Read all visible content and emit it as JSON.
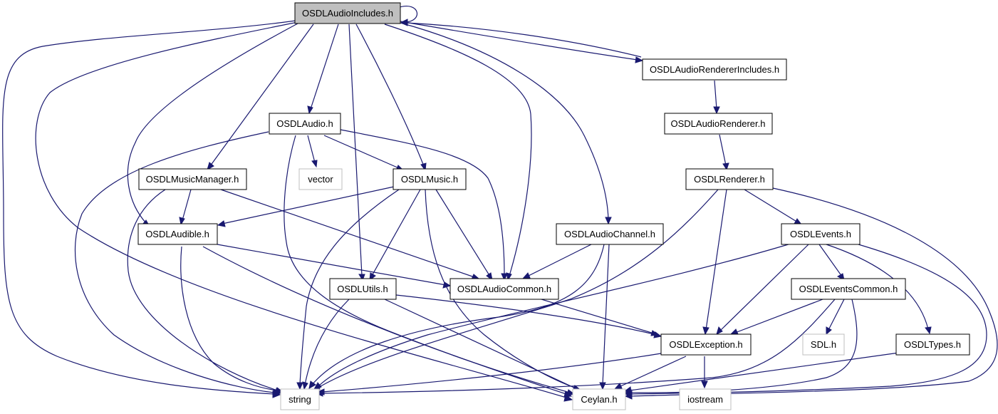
{
  "graph": {
    "edge_color": "#191970",
    "current_fill": "#bfbfbf",
    "external_border": "#bfbfbf",
    "nodes": {
      "includes": "OSDLAudioIncludes.h",
      "renderer_includes": "OSDLAudioRendererIncludes.h",
      "audio_renderer": "OSDLAudioRenderer.h",
      "audio": "OSDLAudio.h",
      "renderer": "OSDLRenderer.h",
      "vector": "vector",
      "music_manager": "OSDLMusicManager.h",
      "music": "OSDLMusic.h",
      "audible": "OSDLAudible.h",
      "audio_channel": "OSDLAudioChannel.h",
      "events": "OSDLEvents.h",
      "utils": "OSDLUtils.h",
      "audio_common": "OSDLAudioCommon.h",
      "events_common": "OSDLEventsCommon.h",
      "exception": "OSDLException.h",
      "sdl": "SDL.h",
      "types": "OSDLTypes.h",
      "string": "string",
      "ceylan": "Ceylan.h",
      "iostream": "iostream"
    }
  }
}
